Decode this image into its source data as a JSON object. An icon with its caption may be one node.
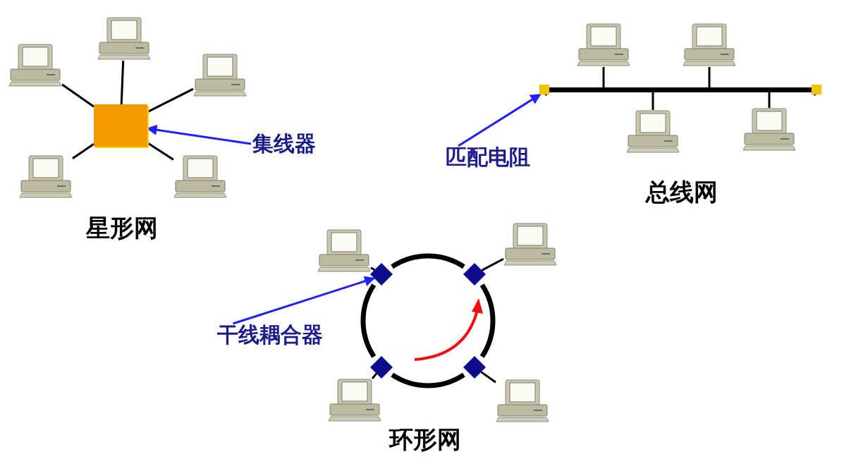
{
  "diagram": {
    "nodes": [
      {
        "text": [],
        "shape": "box"
      },
      {
        "text": [],
        "shape": "computer"
      },
      {
        "text": [],
        "shape": "computer"
      },
      {
        "text": [],
        "shape": "computer"
      },
      {
        "text": [],
        "shape": "computer"
      },
      {
        "text": [],
        "shape": "computer"
      },
      {
        "text": [
          "集线器"
        ]
      },
      {
        "text": [],
        "shape": "box"
      },
      {
        "text": [],
        "shape": "bar"
      },
      {
        "text": [],
        "shape": "box"
      },
      {
        "text": [],
        "shape": "computer"
      },
      {
        "text": [],
        "shape": "computer"
      },
      {
        "text": [],
        "shape": "computer"
      },
      {
        "text": [],
        "shape": "computer"
      },
      {
        "text": [
          "匹配电阻"
        ]
      },
      {
        "text": [],
        "shape": "diamond"
      },
      {
        "text": [],
        "shape": "diamond"
      },
      {
        "text": [],
        "shape": "diamond"
      },
      {
        "text": [],
        "shape": "diamond"
      },
      {
        "text": [],
        "shape": "computer"
      },
      {
        "text": [],
        "shape": "computer"
      },
      {
        "text": [],
        "shape": "computer"
      },
      {
        "text": [],
        "shape": "computer"
      },
      {
        "text": [
          "干线耦合器"
        ]
      }
    ],
    "edges": [
      {
        "from": 0,
        "to": 1,
        "arrow": "none"
      },
      {
        "from": 0,
        "to": 2,
        "arrow": "none"
      },
      {
        "from": 0,
        "to": 3,
        "arrow": "none"
      },
      {
        "from": 0,
        "to": 4,
        "arrow": "none"
      },
      {
        "from": 0,
        "to": 5,
        "arrow": "none"
      },
      {
        "from": 6,
        "to": 0,
        "arrow": "to",
        "color": "#1f1fff"
      },
      {
        "from": 7,
        "to": 8,
        "arrow": "none",
        "style": "thick"
      },
      {
        "from": 8,
        "to": 9,
        "arrow": "none",
        "style": "thick"
      },
      {
        "from": 10,
        "to": 8,
        "arrow": "none"
      },
      {
        "from": 11,
        "to": 8,
        "arrow": "none"
      },
      {
        "from": 12,
        "to": 8,
        "arrow": "none"
      },
      {
        "from": 13,
        "to": 8,
        "arrow": "none"
      },
      {
        "from": 14,
        "to": 7,
        "arrow": "to",
        "color": "#1f1fff"
      },
      {
        "from": 15,
        "to": 16,
        "arrow": "none",
        "style": "thick"
      },
      {
        "from": 16,
        "to": 18,
        "arrow": "none",
        "style": "thick"
      },
      {
        "from": 18,
        "to": 17,
        "arrow": "none",
        "style": "thick"
      },
      {
        "from": 17,
        "to": 15,
        "arrow": "none",
        "style": "thick"
      },
      {
        "from": 19,
        "to": 15,
        "arrow": "none"
      },
      {
        "from": 20,
        "to": 16,
        "arrow": "none"
      },
      {
        "from": 21,
        "to": 17,
        "arrow": "none"
      },
      {
        "from": 22,
        "to": 18,
        "arrow": "none"
      },
      {
        "from": 23,
        "to": 15,
        "arrow": "to",
        "color": "#1f1fff"
      }
    ],
    "labels": [
      "星形网",
      "总线网",
      "环形网"
    ]
  }
}
